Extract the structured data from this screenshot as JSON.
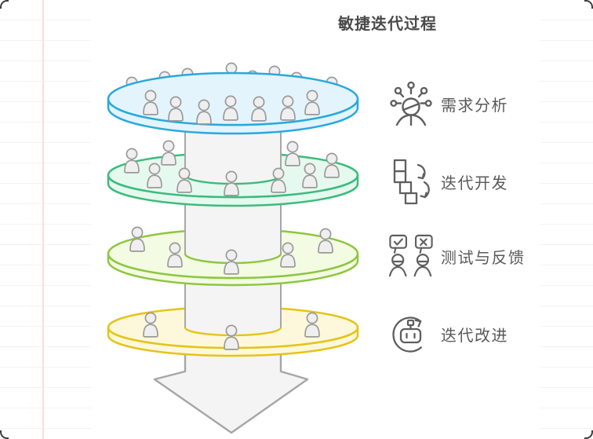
{
  "title": "敏捷迭代过程",
  "legend": {
    "items": [
      {
        "label": "需求分析",
        "icon": "analysis-person-icon"
      },
      {
        "label": "迭代开发",
        "icon": "iteration-blocks-icon"
      },
      {
        "label": "测试与反馈",
        "icon": "feedback-people-icon"
      },
      {
        "label": "迭代改进",
        "icon": "robot-refresh-icon"
      }
    ]
  },
  "funnel": {
    "layers": [
      {
        "label": "需求分析",
        "fill": "#e3f4fc",
        "stroke": "#29a8dd",
        "people_count": 16
      },
      {
        "label": "迭代开发",
        "fill": "#e6f9ef",
        "stroke": "#3bbc7c",
        "people_count": 9
      },
      {
        "label": "测试与反馈",
        "fill": "#f3fbe2",
        "stroke": "#8dc63f",
        "people_count": 5
      },
      {
        "label": "迭代改进",
        "fill": "#fdf8db",
        "stroke": "#e5c418",
        "people_count": 3
      }
    ],
    "arrow": {
      "direction": "down",
      "fill": "#f4f4f4",
      "stroke": "#a6a6a6"
    },
    "person": {
      "fill": "#efefef",
      "stroke": "#9a9a9a"
    }
  },
  "canvas": {
    "background": "#ffffff",
    "grid_line_color": "#f7f1f1",
    "grid_accent_line_color": "#f9dede",
    "corner_mark_color": "#3e3e3e"
  },
  "text_colors": {
    "title": "#4a4a4a",
    "label": "#5a5a5a",
    "icon": "#5f5f5f"
  }
}
